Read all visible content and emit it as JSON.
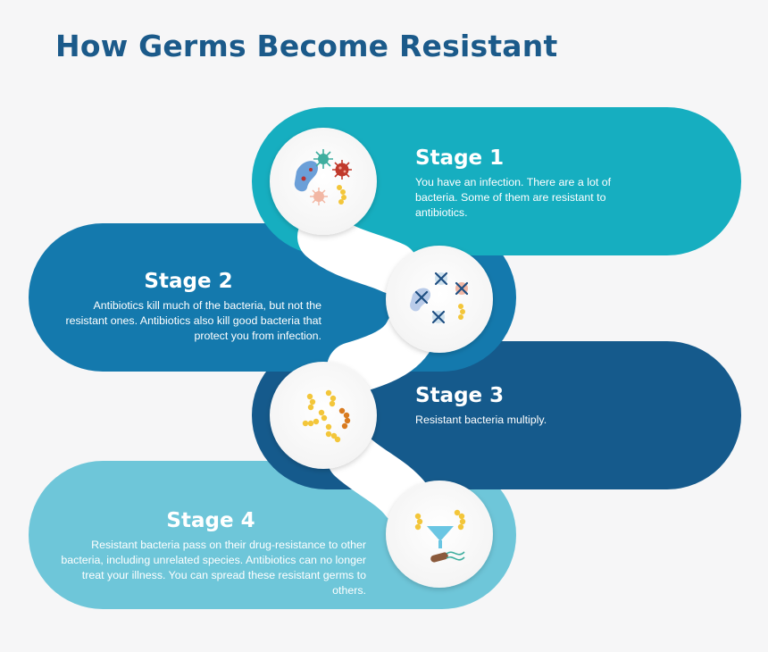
{
  "title": "How Germs Become Resistant",
  "colors": {
    "background": "#f6f6f7",
    "title": "#1b5a8a",
    "stage1": "#16aec0",
    "stage2": "#1479ad",
    "stage3": "#155a8c",
    "stage4": "#6ec6d9",
    "circle": "#ffffff",
    "resistant_bacteria": "#f3c63a",
    "killed_mark": "#1f4f82"
  },
  "stages": [
    {
      "heading": "Stage 1",
      "text": "You have an infection. There are a lot of bacteria. Some of them are resistant to antibiotics.",
      "icon": "mixed-germs-icon"
    },
    {
      "heading": "Stage 2",
      "text": "Antibiotics kill much of the bacteria, but not the resistant ones. Antibiotics also kill good bacteria that protect you from infection.",
      "icon": "killed-germs-icon"
    },
    {
      "heading": "Stage 3",
      "text": "Resistant bacteria multiply.",
      "icon": "multiplying-bacteria-icon"
    },
    {
      "heading": "Stage 4",
      "text": "Resistant bacteria pass on their drug-resistance to other bacteria, including unrelated species. Antibiotics can no longer treat your illness. You can spread these resistant germs to others.",
      "icon": "gene-transfer-icon"
    }
  ]
}
